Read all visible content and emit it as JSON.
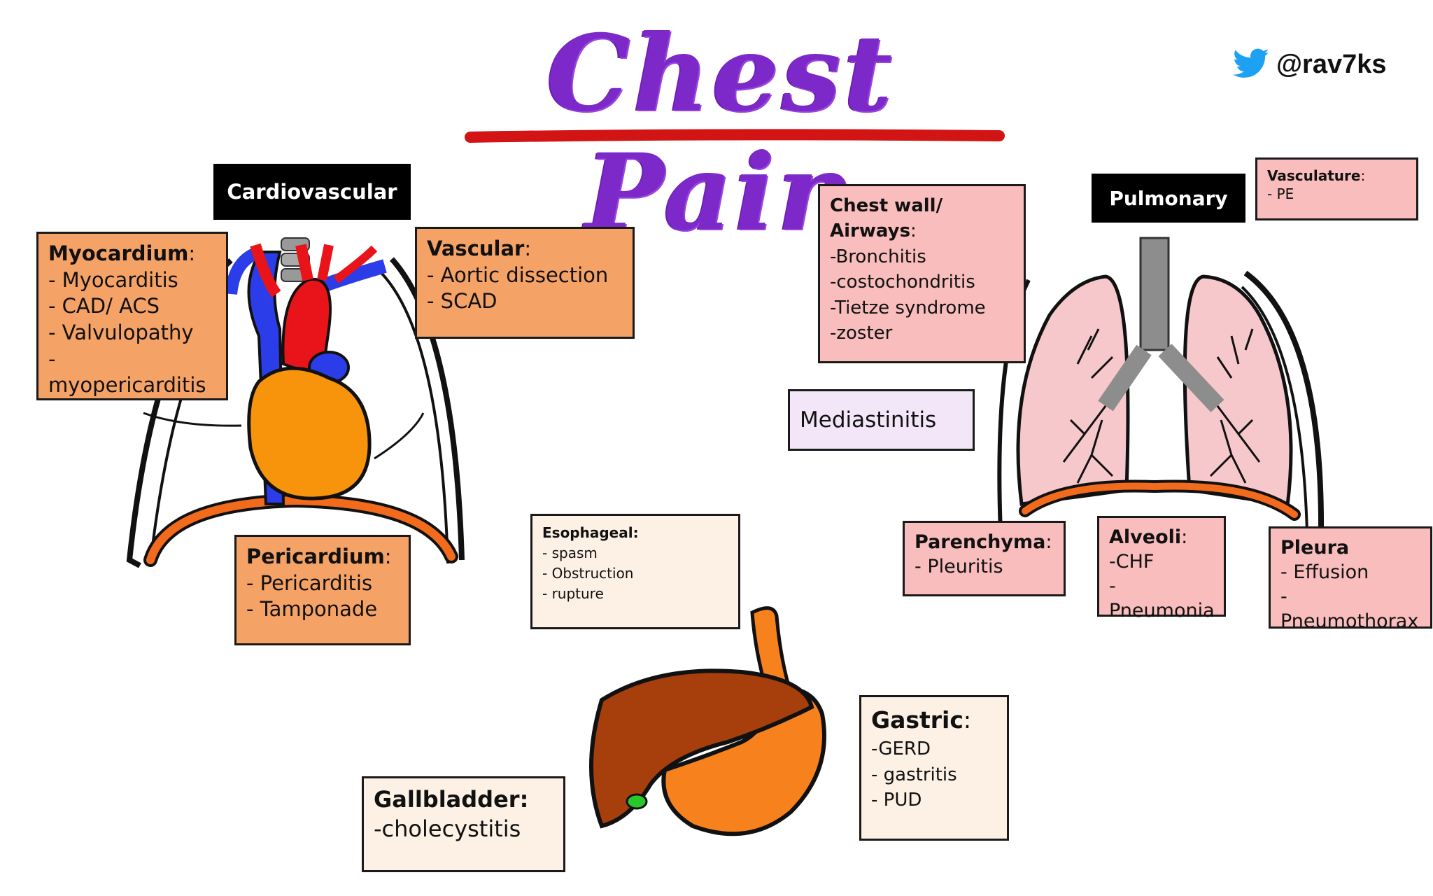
{
  "title": "Chest Pain",
  "twitter": {
    "icon": "twitter-bird-icon",
    "handle": "@rav7ks"
  },
  "colors": {
    "title_purple": "#7d28c8",
    "underline_red": "#d21414",
    "orange_box": "#f5a266",
    "pink_box": "#f9bdbd",
    "cream_box": "#fdf1e6",
    "lavender_box": "#f3e6f9"
  },
  "sections": {
    "cardiovascular": "Cardiovascular",
    "pulmonary": "Pulmonary"
  },
  "boxes": {
    "myocardium": {
      "heading": "Myocardium",
      "items": [
        "- Myocarditis",
        "- CAD/ ACS",
        "- Valvulopathy",
        "- myopericarditis"
      ]
    },
    "vascular": {
      "heading": "Vascular",
      "items": [
        "- Aortic dissection",
        "- SCAD"
      ]
    },
    "pericardium": {
      "heading": "Pericardium",
      "items": [
        "- Pericarditis",
        "- Tamponade"
      ]
    },
    "chest_wall": {
      "heading_line1": "Chest wall/",
      "heading_line2": "Airways",
      "items": [
        "-Bronchitis",
        "-costochondritis",
        "-Tietze syndrome",
        "-zoster"
      ]
    },
    "vasculature": {
      "heading": "Vasculature",
      "items": [
        "- PE"
      ]
    },
    "mediastinitis": {
      "heading": "Mediastinitis"
    },
    "parenchyma": {
      "heading": "Parenchyma",
      "items": [
        "- Pleuritis"
      ]
    },
    "alveoli": {
      "heading": "Alveoli",
      "items": [
        "-CHF",
        "-Pneumonia"
      ]
    },
    "pleura": {
      "heading": "Pleura",
      "items": [
        "- Effusion",
        "- Pneumothorax"
      ]
    },
    "esophageal": {
      "heading": "Esophageal:",
      "items": [
        "- spasm",
        "- Obstruction",
        "- rupture"
      ]
    },
    "gastric": {
      "heading": "Gastric",
      "items": [
        "-GERD",
        "- gastritis",
        "- PUD"
      ]
    },
    "gallbladder": {
      "heading": "Gallbladder:",
      "items": [
        "-cholecystitis"
      ]
    }
  }
}
